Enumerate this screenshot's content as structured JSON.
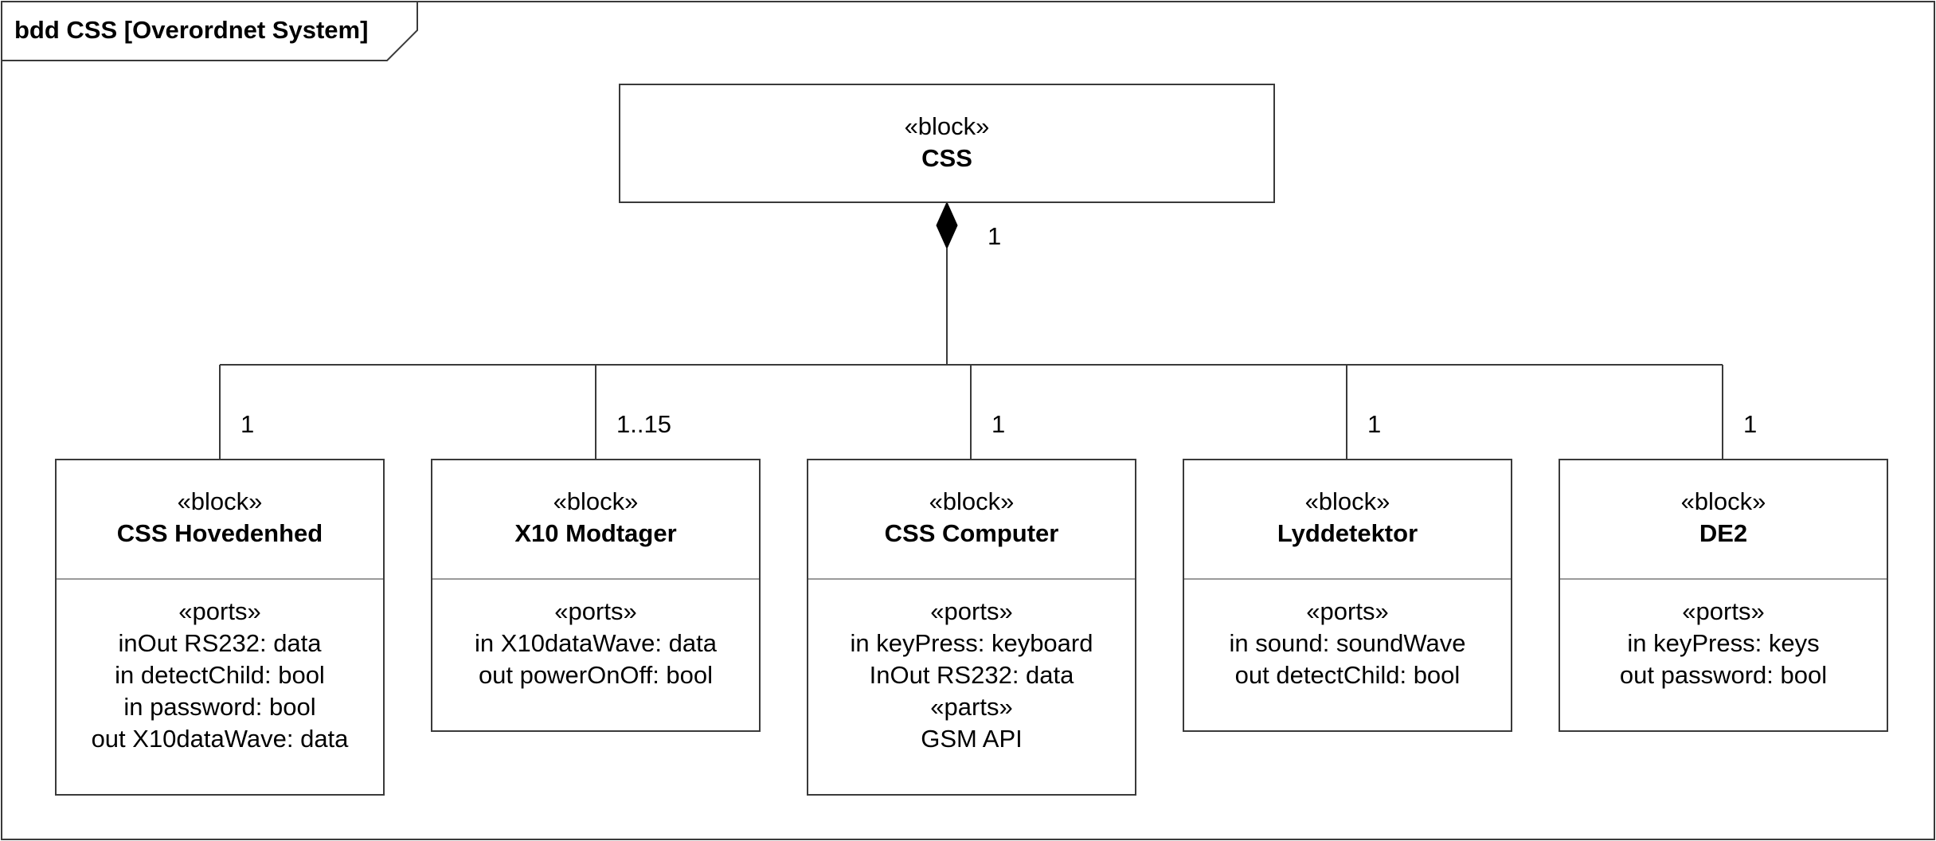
{
  "frame": {
    "title": "bdd CSS [Overordnet System]"
  },
  "root": {
    "stereotype": "«block»",
    "name": "CSS",
    "multiplicity": "1"
  },
  "blocks": [
    {
      "stereotype": "«block»",
      "name": "CSS Hovedenhed",
      "multiplicity": "1",
      "lines": [
        "«ports»",
        "inOut RS232: data",
        "in detectChild: bool",
        "in password: bool",
        "out X10dataWave: data"
      ]
    },
    {
      "stereotype": "«block»",
      "name": "X10 Modtager",
      "multiplicity": "1..15",
      "lines": [
        "«ports»",
        "in X10dataWave: data",
        "out powerOnOff: bool"
      ]
    },
    {
      "stereotype": "«block»",
      "name": "CSS Computer",
      "multiplicity": "1",
      "lines": [
        "«ports»",
        "in keyPress: keyboard",
        "InOut RS232: data",
        "«parts»",
        "GSM API"
      ]
    },
    {
      "stereotype": "«block»",
      "name": "Lyddetektor",
      "multiplicity": "1",
      "lines": [
        "«ports»",
        "in sound: soundWave",
        "out detectChild: bool"
      ]
    },
    {
      "stereotype": "«block»",
      "name": "DE2",
      "multiplicity": "1",
      "lines": [
        "«ports»",
        "in keyPress: keys",
        "out password: bool"
      ]
    }
  ]
}
